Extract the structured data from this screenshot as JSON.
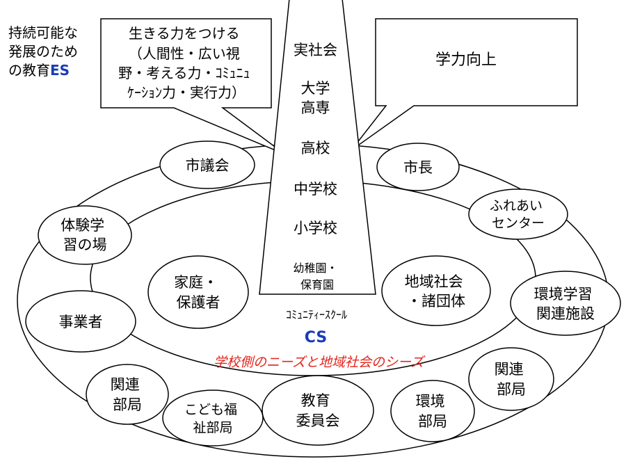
{
  "es_title": {
    "lines": [
      "持続可能な",
      "発展のため",
      "の教育"
    ],
    "suffix": "ES"
  },
  "callout_left": {
    "lines": [
      "生きる力をつける",
      "（人間性・広い視",
      "野・考える力・ｺﾐｭﾆｭ",
      "ｹｰｼｮﾝ力・実行力）"
    ]
  },
  "callout_right": {
    "text": "学力向上"
  },
  "tower": {
    "items": [
      "実社会",
      "大学",
      "高専",
      "高校",
      "中学校",
      "小学校",
      "幼稚園・",
      "保育園"
    ]
  },
  "community_school": {
    "label": "ｺﾐｭﾆﾃｨｰｽｸｰﾙ",
    "abbr": "CS"
  },
  "needs_caption": "学校側のニーズと地域社会のシーズ",
  "colors": {
    "blue": "#1a3cb8",
    "red": "#e3241b"
  },
  "nodes": {
    "city_council": "市議会",
    "mayor": "市長",
    "fureai": [
      "ふれあい",
      "センター"
    ],
    "experience": [
      "体験学",
      "習の場"
    ],
    "family": [
      "家庭・",
      "保護者"
    ],
    "regional": [
      "地域社会",
      "・諸団体"
    ],
    "env_facility": [
      "環境学習",
      "関連施設"
    ],
    "business": "事業者",
    "related_left": [
      "関連",
      "部局"
    ],
    "children_welfare": [
      "こども福",
      "祉部局"
    ],
    "board_edu": [
      "教育",
      "委員会"
    ],
    "env_dept": [
      "環境",
      "部局"
    ],
    "related_right": [
      "関連",
      "部局"
    ]
  }
}
